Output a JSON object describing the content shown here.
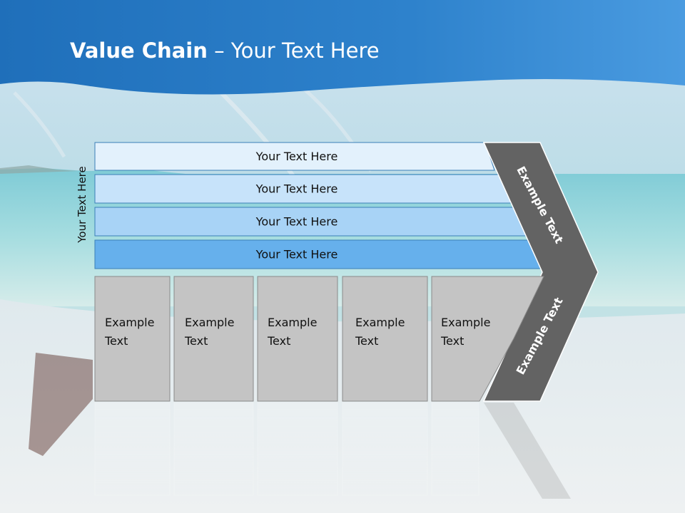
{
  "title": {
    "bold": "Value Chain",
    "rest": " – Your Text Here"
  },
  "side_label": "Your Text Here",
  "rows": [
    {
      "label": "Your Text Here",
      "fill": "#e3f1fc"
    },
    {
      "label": "Your Text Here",
      "fill": "#c7e3fa"
    },
    {
      "label": "Your Text Here",
      "fill": "#a8d3f6"
    },
    {
      "label": "Your Text Here",
      "fill": "#66b0ec"
    }
  ],
  "columns": [
    {
      "line1": "Example",
      "line2": "Text"
    },
    {
      "line1": "Example",
      "line2": "Text"
    },
    {
      "line1": "Example",
      "line2": "Text"
    },
    {
      "line1": "Example",
      "line2": "Text"
    },
    {
      "line1": "Example",
      "line2": "Text"
    }
  ],
  "chevron": {
    "upper_label": "Example Text",
    "lower_label": "Example Text"
  },
  "colors": {
    "header": "#2c7dc6",
    "box_gray": "#c4c4c4",
    "chevron_gray": "#636363"
  }
}
